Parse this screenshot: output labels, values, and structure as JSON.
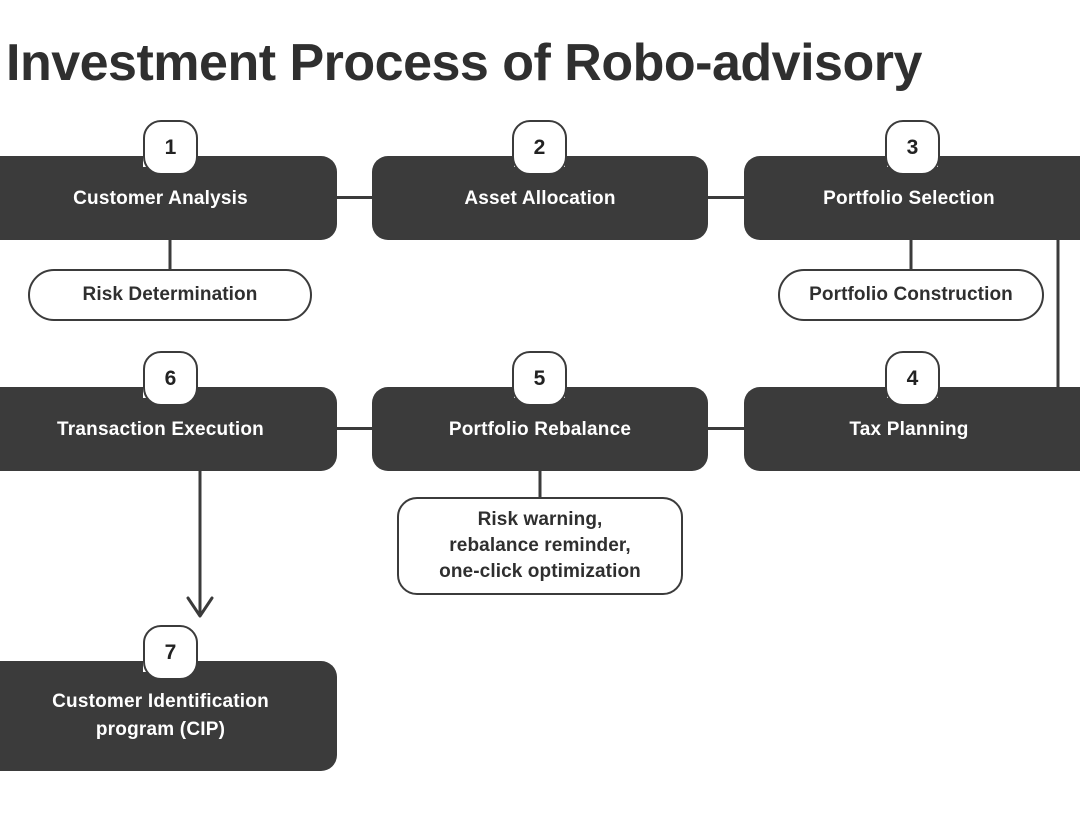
{
  "title": "Investment Process of Robo-advisory",
  "colors": {
    "box_fill": "#3b3b3b",
    "box_text": "#ffffff",
    "outline": "#3b3b3b",
    "page_background": "#ffffff",
    "title_text": "#2f2f2f"
  },
  "chart_data": {
    "type": "diagram",
    "title": "Investment Process of Robo-advisory",
    "nodes": [
      {
        "id": "step1",
        "number": "1",
        "label": "Customer Analysis",
        "style": "filled",
        "row": 1,
        "column": 1
      },
      {
        "id": "step2",
        "number": "2",
        "label": "Asset Allocation",
        "style": "filled",
        "row": 1,
        "column": 2
      },
      {
        "id": "step3",
        "number": "3",
        "label": "Portfolio Selection",
        "style": "filled",
        "row": 1,
        "column": 3
      },
      {
        "id": "sub1",
        "number": "",
        "label": "Risk Determination",
        "style": "outlined",
        "row": 1,
        "column": 1
      },
      {
        "id": "sub3",
        "number": "",
        "label": "Portfolio Construction",
        "style": "outlined",
        "row": 1,
        "column": 3
      },
      {
        "id": "step6",
        "number": "6",
        "label": "Transaction Execution",
        "style": "filled",
        "row": 2,
        "column": 1
      },
      {
        "id": "step5",
        "number": "5",
        "label": "Portfolio Rebalance",
        "style": "filled",
        "row": 2,
        "column": 2
      },
      {
        "id": "step4",
        "number": "4",
        "label": "Tax Planning",
        "style": "filled",
        "row": 2,
        "column": 3
      },
      {
        "id": "sub5",
        "number": "",
        "label": "Risk warning, rebalance reminder, one-click optimization",
        "style": "outlined",
        "row": 2,
        "column": 2
      },
      {
        "id": "step7",
        "number": "7",
        "label": "Customer Identification program (CIP)",
        "style": "filled",
        "row": 3,
        "column": 1
      }
    ],
    "edges": [
      {
        "from": "step1",
        "to": "step2",
        "arrow": false
      },
      {
        "from": "step2",
        "to": "step3",
        "arrow": false
      },
      {
        "from": "step1",
        "to": "sub1",
        "arrow": false
      },
      {
        "from": "step3",
        "to": "sub3",
        "arrow": false
      },
      {
        "from": "step3",
        "to": "step4",
        "arrow": false
      },
      {
        "from": "step4",
        "to": "step5",
        "arrow": false
      },
      {
        "from": "step5",
        "to": "step6",
        "arrow": false
      },
      {
        "from": "step5",
        "to": "sub5",
        "arrow": false
      },
      {
        "from": "step6",
        "to": "step7",
        "arrow": true
      }
    ]
  },
  "steps": {
    "step1": {
      "number": "1",
      "label": "Customer Analysis"
    },
    "step2": {
      "number": "2",
      "label": "Asset Allocation"
    },
    "step3": {
      "number": "3",
      "label": "Portfolio Selection"
    },
    "step4": {
      "number": "4",
      "label": "Tax Planning"
    },
    "step5": {
      "number": "5",
      "label": "Portfolio Rebalance"
    },
    "step6": {
      "number": "6",
      "label": "Transaction Execution"
    },
    "step7": {
      "number": "7",
      "label_line1": "Customer Identification",
      "label_line2": "program (CIP)"
    }
  },
  "substeps": {
    "risk_determination": {
      "label": "Risk Determination"
    },
    "portfolio_construction": {
      "label": "Portfolio Construction"
    },
    "rebalance_features": {
      "line1": "Risk warning,",
      "line2": "rebalance reminder,",
      "line3": "one-click optimization"
    }
  }
}
